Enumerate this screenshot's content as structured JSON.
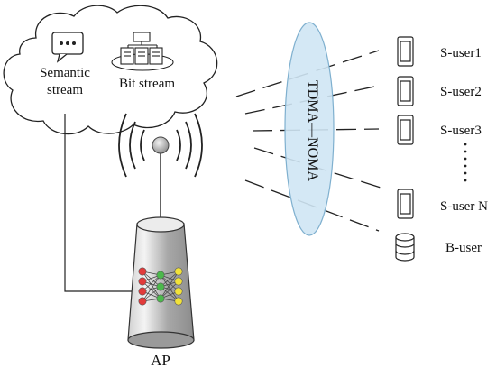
{
  "cloud": {
    "semantic_line1": "Semantic",
    "semantic_line2": "stream",
    "bit_stream": "Bit stream"
  },
  "ap": {
    "label": "AP"
  },
  "channel": {
    "label": "TDMA—NOMA"
  },
  "users": [
    {
      "label": "S-user1",
      "icon": "phone-icon"
    },
    {
      "label": "S-user2",
      "icon": "phone-icon"
    },
    {
      "label": "S-user3",
      "icon": "phone-icon"
    },
    {
      "label": "S-user N",
      "icon": "phone-icon"
    },
    {
      "label": "B-user",
      "icon": "database-icon"
    }
  ],
  "colors": {
    "ellipse_fill": "#cfe6f4",
    "ellipse_stroke": "#7fb0cf",
    "neuron_red": "#e23b3b",
    "neuron_green": "#4cb84c",
    "neuron_yellow": "#f2e23a"
  }
}
